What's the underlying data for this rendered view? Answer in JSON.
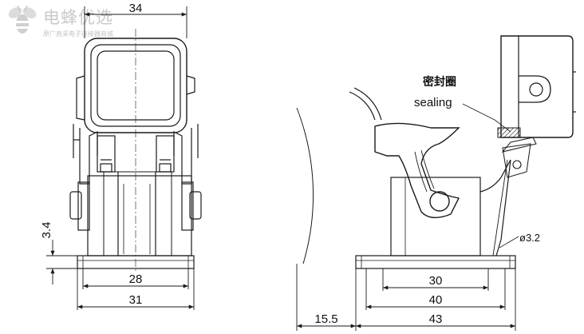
{
  "watermark": {
    "brand": "电蜂优选",
    "subtitle": "原厂直采电子连接器商城",
    "icon": "bee-icon",
    "color": "#c8c8c8"
  },
  "labels": {
    "seal_cn": "密封圈",
    "seal_en": "sealing",
    "hole_dia": "ø3.2"
  },
  "left_view": {
    "dim_top": "34",
    "dim_flange_thickness": "3.4",
    "dim_inner": "28",
    "dim_outer": "31"
  },
  "right_view": {
    "dim_inner": "30",
    "dim_middle": "40",
    "dim_outer": "43",
    "dim_offset": "15.5"
  },
  "colors": {
    "line": "#1a1a1a",
    "background": "#ffffff"
  }
}
